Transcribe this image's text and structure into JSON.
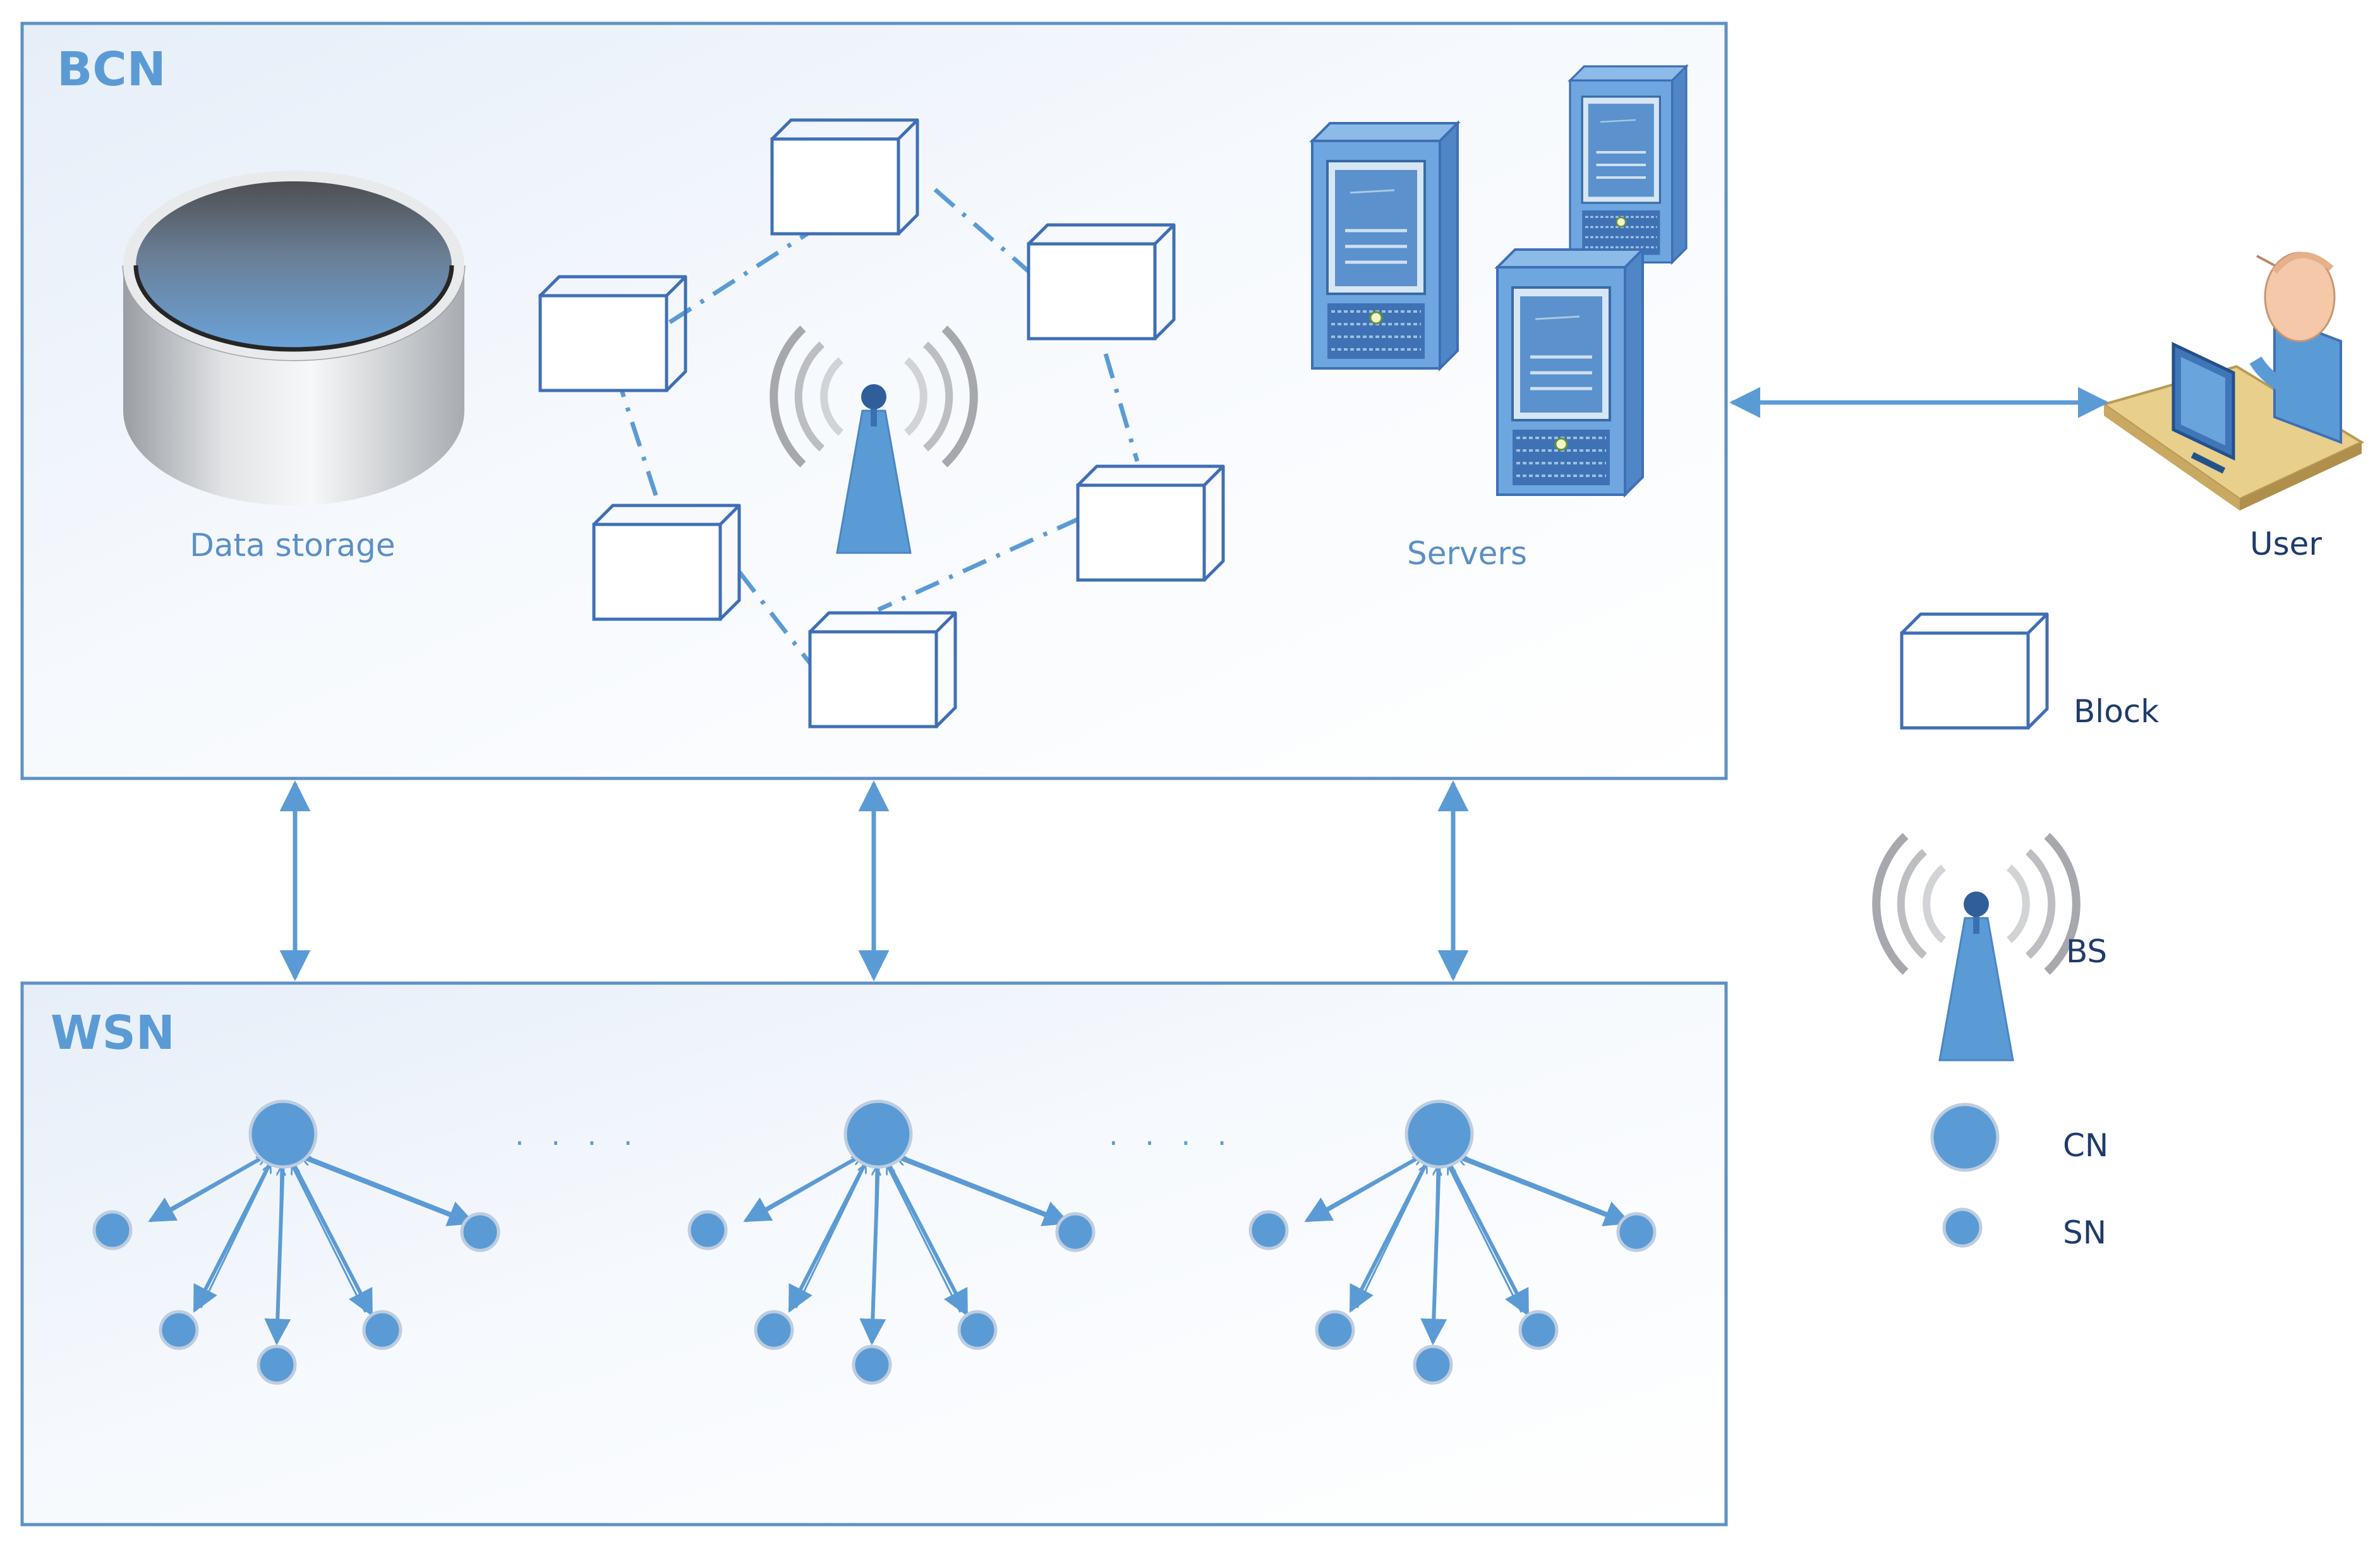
{
  "bcn": {
    "title": "BCN",
    "data_storage_label": "Data storage",
    "servers_label": "Servers"
  },
  "wsn": {
    "title": "WSN",
    "ellipsis_1": "· · · ·",
    "ellipsis_2": "· · · ·"
  },
  "user": {
    "label": "User"
  },
  "legend": {
    "block": "Block",
    "bs": "BS",
    "cn": "CN",
    "sn": "SN"
  },
  "colors": {
    "accent": "#5b9bd5",
    "frame": "#5e91c6",
    "node_stroke": "#b8c9dc",
    "dark_text": "#1f3b6b"
  }
}
